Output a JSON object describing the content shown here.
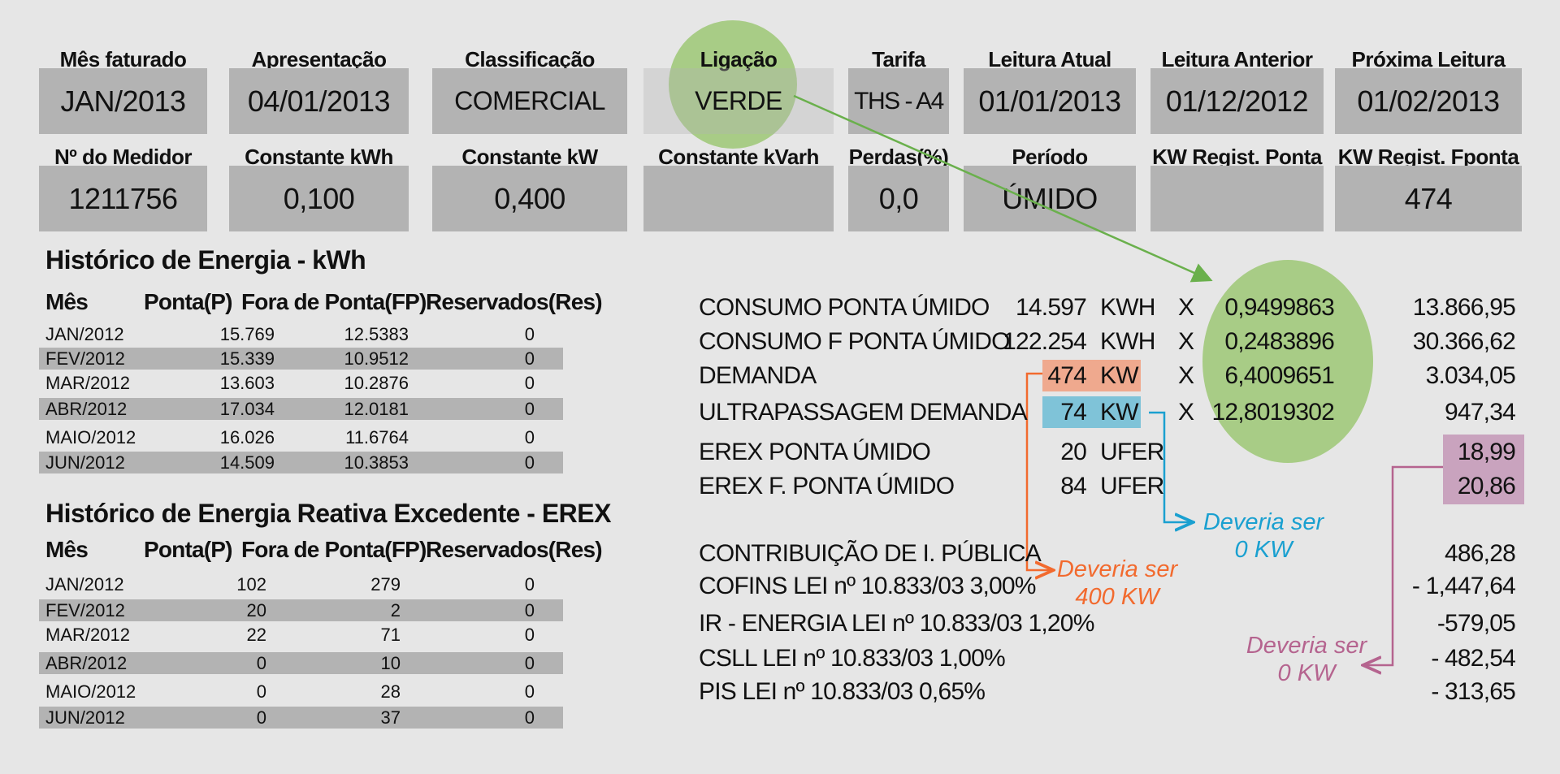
{
  "fields_row1": [
    {
      "label": "Mês faturado",
      "value": "JAN/2013"
    },
    {
      "label": "Apresentação",
      "value": "04/01/2013"
    },
    {
      "label": "Classificação",
      "value": "COMERCIAL"
    },
    {
      "label": "Ligação",
      "value": "VERDE"
    },
    {
      "label": "Tarifa",
      "value": "THS - A4"
    },
    {
      "label": "Leitura Atual",
      "value": "01/01/2013"
    },
    {
      "label": "Leitura Anterior",
      "value": "01/12/2012"
    },
    {
      "label": "Próxima Leitura",
      "value": "01/02/2013"
    }
  ],
  "fields_row2": [
    {
      "label": "Nº do Medidor",
      "value": "1211756"
    },
    {
      "label": "Constante kWh",
      "value": "0,100"
    },
    {
      "label": "Constante kW",
      "value": "0,400"
    },
    {
      "label": "Constante kVarh",
      "value": ""
    },
    {
      "label": "Perdas(%)",
      "value": "0,0"
    },
    {
      "label": "Período",
      "value": "ÚMIDO"
    },
    {
      "label": "KW Regist. Ponta",
      "value": ""
    },
    {
      "label": "KW Regist. Fponta",
      "value": "474"
    }
  ],
  "energy_history": {
    "title": "Histórico de Energia - kWh",
    "headers": [
      "Mês",
      "Ponta(P)",
      "Fora de Ponta(FP)",
      "Reservados(Res)"
    ],
    "rows": [
      [
        "JAN/2012",
        "15.769",
        "12.5383",
        "0"
      ],
      [
        "FEV/2012",
        "15.339",
        "10.9512",
        "0"
      ],
      [
        "MAR/2012",
        "13.603",
        "10.2876",
        "0"
      ],
      [
        "ABR/2012",
        "17.034",
        "12.0181",
        "0"
      ],
      [
        "MAIO/2012",
        "16.026",
        "11.6764",
        "0"
      ],
      [
        "JUN/2012",
        "14.509",
        "10.3853",
        "0"
      ]
    ]
  },
  "erex_history": {
    "title": "Histórico de Energia Reativa Excedente - EREX",
    "headers": [
      "Mês",
      "Ponta(P)",
      "Fora de Ponta(FP)",
      "Reservados(Res)"
    ],
    "rows": [
      [
        "JAN/2012",
        "102",
        "279",
        "0"
      ],
      [
        "FEV/2012",
        "20",
        "2",
        "0"
      ],
      [
        "MAR/2012",
        "22",
        "71",
        "0"
      ],
      [
        "ABR/2012",
        "0",
        "10",
        "0"
      ],
      [
        "MAIO/2012",
        "0",
        "28",
        "0"
      ],
      [
        "JUN/2012",
        "0",
        "37",
        "0"
      ]
    ]
  },
  "billing_lines": [
    {
      "desc": "CONSUMO PONTA ÚMIDO",
      "qty": "14.597",
      "unit": "KWH",
      "op": "X",
      "rate": "0,9499863",
      "amount": "13.866,95"
    },
    {
      "desc": "CONSUMO F PONTA ÚMIDO",
      "qty": "122.254",
      "unit": "KWH",
      "op": "X",
      "rate": "0,2483896",
      "amount": "30.366,62"
    },
    {
      "desc": "DEMANDA",
      "qty": "474",
      "unit": "KW",
      "op": "X",
      "rate": "6,4009651",
      "amount": "3.034,05"
    },
    {
      "desc": "ULTRAPASSAGEM DEMANDA",
      "qty": "74",
      "unit": "KW",
      "op": "X",
      "rate": "12,8019302",
      "amount": "947,34"
    },
    {
      "desc": "EREX PONTA ÚMIDO",
      "qty": "20",
      "unit": "UFER",
      "op": "",
      "rate": "",
      "amount": "18,99"
    },
    {
      "desc": "EREX F. PONTA ÚMIDO",
      "qty": "84",
      "unit": "UFER",
      "op": "",
      "rate": "",
      "amount": "20,86"
    }
  ],
  "deductions": [
    {
      "desc": "CONTRIBUIÇÃO DE I. PÚBLICA",
      "amount": "486,28"
    },
    {
      "desc": "COFINS LEI nº 10.833/03 3,00%",
      "amount": "- 1,447,64"
    },
    {
      "desc": "IR - ENERGIA LEI nº 10.833/03 1,20%",
      "amount": "-579,05"
    },
    {
      "desc": "CSLL LEI nº 10.833/03 1,00%",
      "amount": "- 482,54"
    },
    {
      "desc": "PIS LEI nº 10.833/03 0,65%",
      "amount": "- 313,65"
    }
  ],
  "annotations": {
    "blue": {
      "line1": "Deveria ser",
      "line2": "0 KW",
      "color": "#1aa0d0"
    },
    "orange": {
      "line1": "Deveria ser",
      "line2": "400 KW",
      "color": "#f26a2e"
    },
    "purple": {
      "line1": "Deveria ser",
      "line2": "0 KW",
      "color": "#b5648f"
    }
  },
  "colors": {
    "field_box": "#b3b3b3",
    "background": "#e6e6e6",
    "highlight_circle": "#a8cc86",
    "arrow_green": "#6ab04c",
    "demand_highlight": "#efa98e",
    "overage_highlight": "#7fc3d8",
    "erex_highlight": "#c9a3be"
  }
}
